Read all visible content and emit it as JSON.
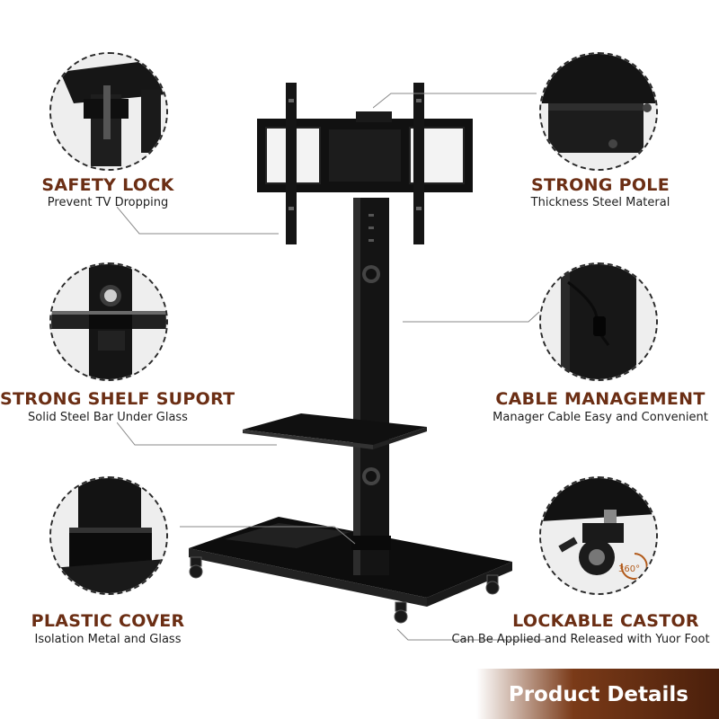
{
  "features": [
    {
      "id": "safety-lock",
      "title": "SAFETY LOCK",
      "subtitle": "Prevent TV Dropping",
      "icon": "safety-lock-closeup"
    },
    {
      "id": "strong-pole",
      "title": "STRONG POLE",
      "subtitle": "Thickness Steel Materal",
      "icon": "pole-closeup"
    },
    {
      "id": "shelf-support",
      "title": "STRONG SHELF SUPORT",
      "subtitle": "Solid Steel Bar Under Glass",
      "icon": "shelf-support-closeup"
    },
    {
      "id": "cable-management",
      "title": "CABLE MANAGEMENT",
      "subtitle": "Manager Cable Easy and Convenient",
      "icon": "cable-clip-closeup"
    },
    {
      "id": "plastic-cover",
      "title": "PLASTIC COVER",
      "subtitle": "Isolation Metal and Glass",
      "icon": "plastic-cover-closeup"
    },
    {
      "id": "lockable-castor",
      "title": "LOCKABLE CASTOR",
      "subtitle": "Can Be Applied and Released with Yuor Foot",
      "icon": "castor-closeup",
      "badge": "360°"
    }
  ],
  "banner": {
    "label": "Product Details"
  },
  "colors": {
    "title": "#6b2e14",
    "banner_start": "#ffffff",
    "banner_end": "#4a1f0b"
  }
}
